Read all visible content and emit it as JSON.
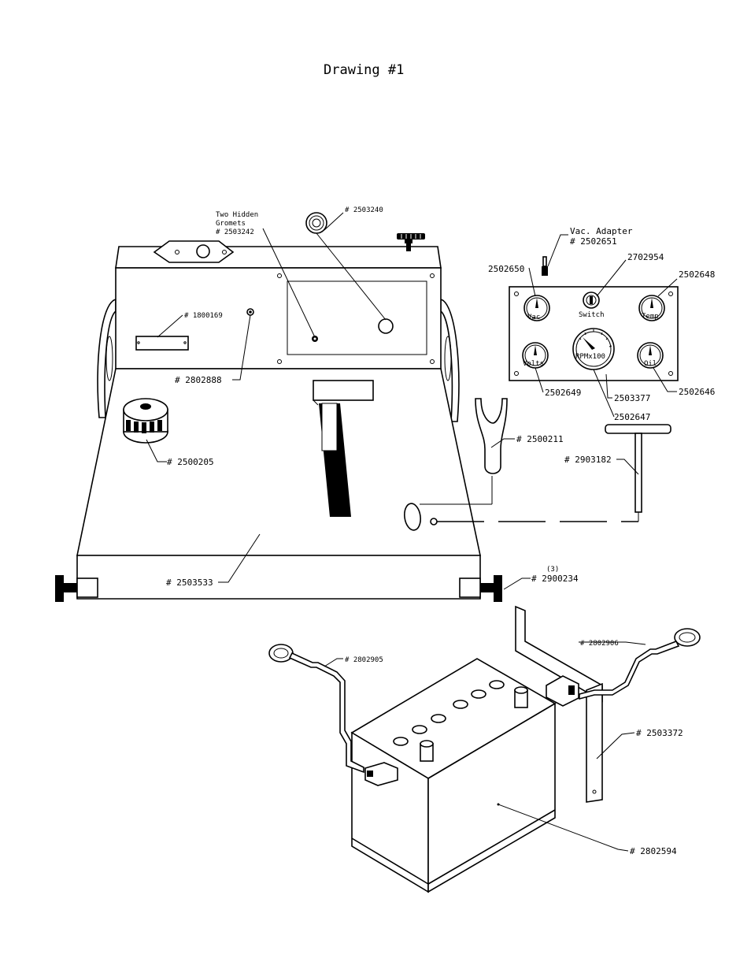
{
  "title": "Drawing #1",
  "labels": {
    "hidden_gromets_1": "Two Hidden",
    "hidden_gromets_2": "Gromets",
    "hidden_gromets_3": "# 2503242",
    "p2503240": "# 2503240",
    "p1800169": "# 1800169",
    "p2802888": "# 2802888",
    "p2500205": "# 2500205",
    "p2503533": "# 2503533",
    "qty3": "(3)",
    "p2900234": "# 2900234",
    "vac_adapter": "Vac. Adapter",
    "p2502651": "# 2502651",
    "p2502650": "2502650",
    "p2702954": "2702954",
    "p2502648": "2502648",
    "p2502649": "2502649",
    "p2503377": "2503377",
    "p2502647": "2502647",
    "p2502646": "2502646",
    "p2500211": "# 2500211",
    "p2903182": "# 2903182",
    "p2802905": "# 2802905",
    "p2802906": "# 2802906",
    "p2503372": "# 2503372",
    "p2802594": "# 2802594"
  },
  "gauges": {
    "vac": "Vac",
    "switch": "Switch",
    "temp": "Temp",
    "volts": "Volts",
    "rpm": "RPMx100",
    "oil": "Oil"
  }
}
